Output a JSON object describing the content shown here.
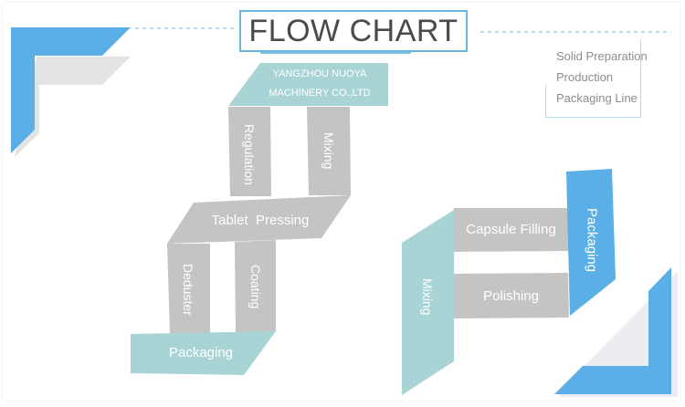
{
  "header": {
    "title": "FLOW CHART"
  },
  "side_note": {
    "lines": [
      "Solid Preparation",
      "Production",
      "Packaging Line"
    ]
  },
  "colors": {
    "accent_blue": "#5aafe6",
    "teal": "#a9d4d6",
    "gray_block": "#c4c4c2",
    "title_border": "#6ab8e0",
    "title_text": "#4a4a4a",
    "note_text": "#8c8c8c"
  },
  "tablet_line": {
    "company": [
      "YANGZHOU NUOYA",
      "MACHINERY CO.,LTD"
    ],
    "steps": {
      "regulation": "Regulation",
      "mixing": "Mixing",
      "tablet_pressing": "Tablet  Pressing",
      "deduster": "Deduster",
      "coating": "Coating",
      "packaging": "Packaging"
    }
  },
  "capsule_line": {
    "steps": {
      "mixing": "Mixing",
      "capsule_filling": "Capsule Filling",
      "polishing": "Polishing",
      "packaging": "Packaging"
    }
  }
}
